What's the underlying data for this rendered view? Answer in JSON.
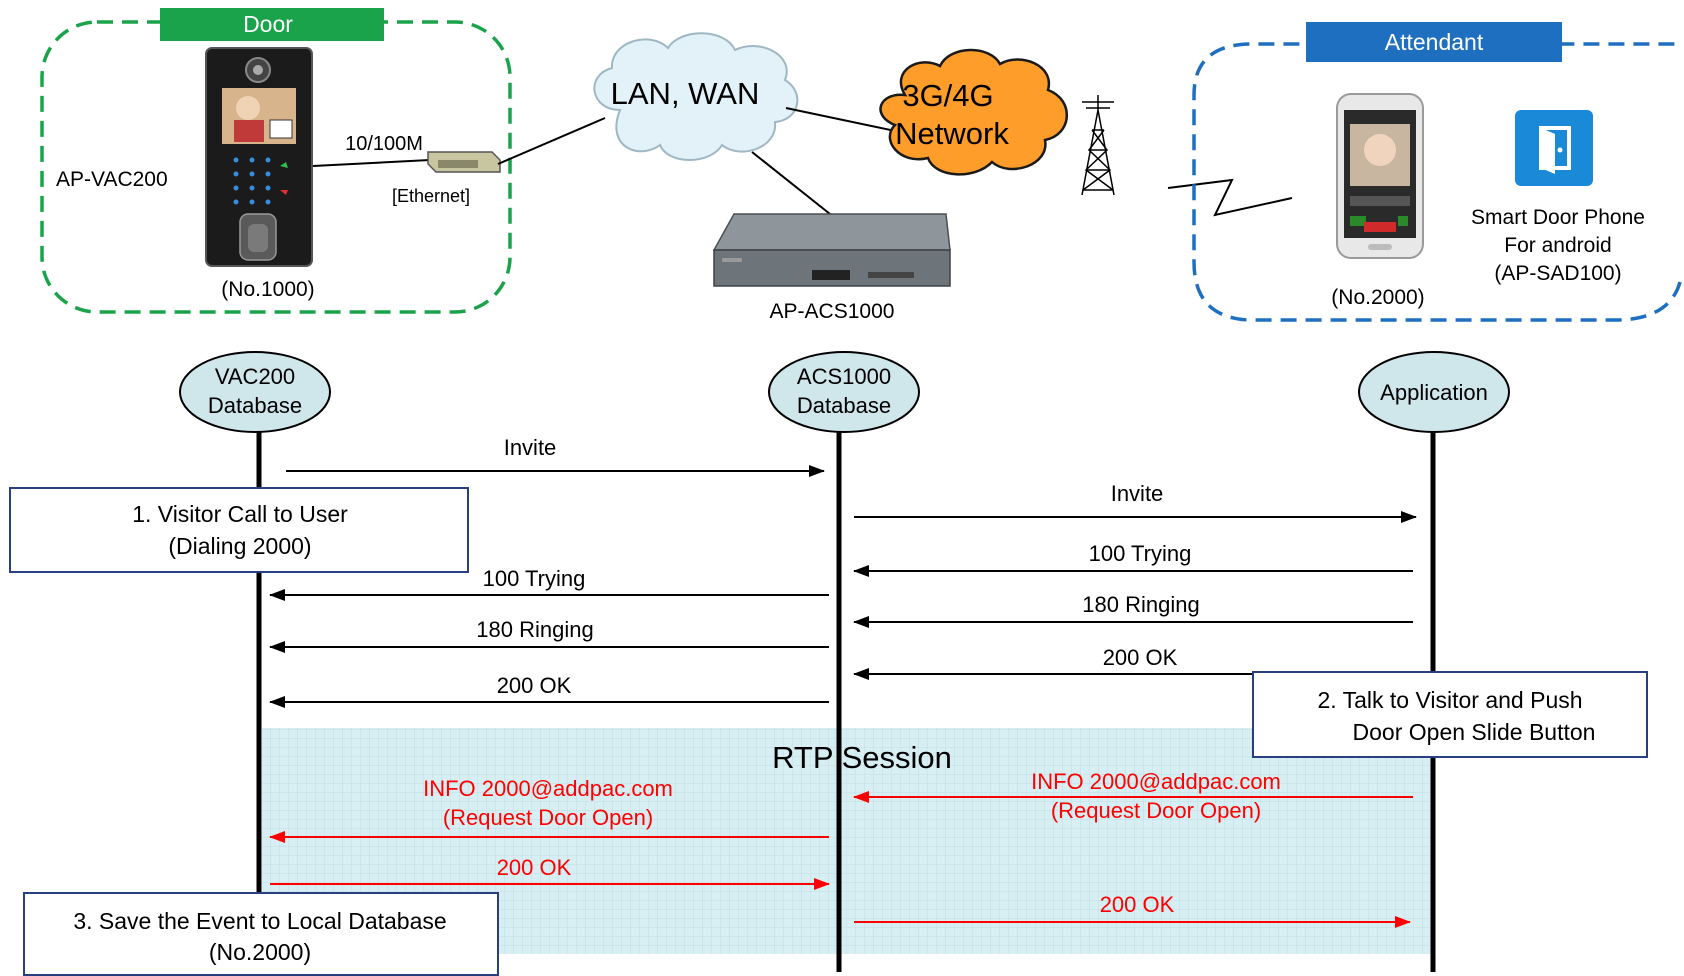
{
  "topology": {
    "door_group_title": "Door",
    "attendant_group_title": "Attendant",
    "door_device_name": "AP-VAC200",
    "door_device_number": "(No.1000)",
    "link_speed": "10/100M",
    "link_type": "[Ethernet]",
    "lan_cloud": "LAN, WAN",
    "mobile_cloud_line1": "3G/4G",
    "mobile_cloud_line2": "Network",
    "server_name": "AP-ACS1000",
    "phone_number": "(No.2000)",
    "app_line1": "Smart Door Phone",
    "app_line2": "For android",
    "app_line3": "(AP-SAD100)"
  },
  "participants": {
    "vac_line1": "VAC200",
    "vac_line2": "Database",
    "acs_line1": "ACS1000",
    "acs_line2": "Database",
    "app": "Application"
  },
  "messages": {
    "invite_left": "Invite",
    "invite_right": "Invite",
    "trying_left": "100 Trying",
    "trying_right": "100 Trying",
    "ringing_left": "180 Ringing",
    "ringing_right": "180 Ringing",
    "ok_left": "200 OK",
    "ok_right": "200 OK",
    "rtp": "RTP Session",
    "info_left_line1": "INFO 2000@addpac.com",
    "info_left_line2": "(Request Door Open)",
    "info_right_line1": "INFO 2000@addpac.com",
    "info_right_line2": "(Request Door Open)",
    "ok_red_left": "200 OK",
    "ok_red_right": "200 OK"
  },
  "notes": {
    "step1_line1": "1. Visitor Call to User",
    "step1_line2": "(Dialing 2000)",
    "step2_line1": "2. Talk to Visitor and Push",
    "step2_line2": "Door Open Slide Button",
    "step3_line1": "3. Save the Event to Local Database",
    "step3_line2": "(No.2000)"
  },
  "colors": {
    "door_green": "#1aa34a",
    "attendant_blue": "#1f6fc0",
    "cloud_orange": "#ff9d2a",
    "participant_fill": "#cfe6ea",
    "rtp_fill": "#d7eef2",
    "red_msg": "#ff0000"
  }
}
